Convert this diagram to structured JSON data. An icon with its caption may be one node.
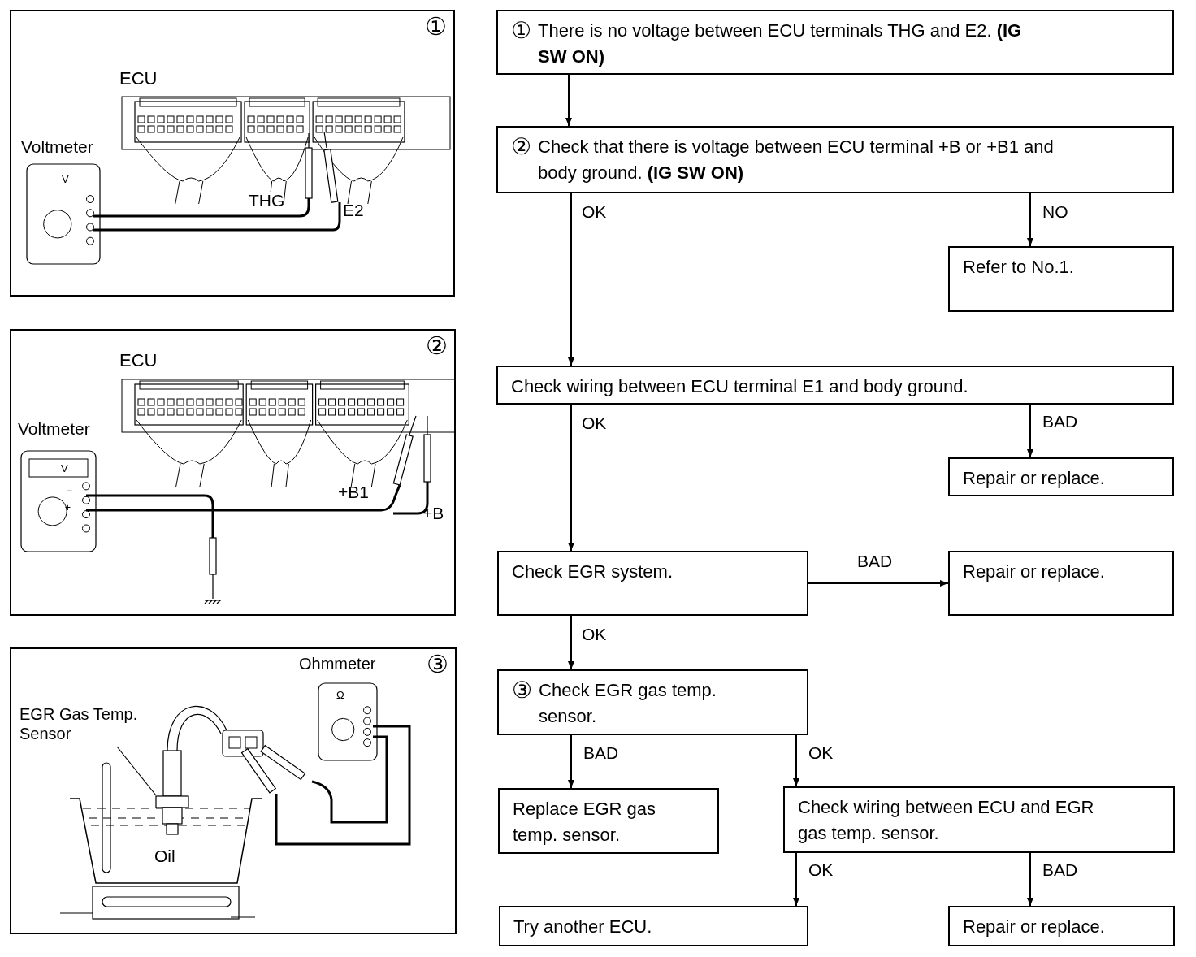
{
  "diagram": {
    "nodes": [
      {
        "text": [
          "①"
        ]
      },
      {
        "text": [
          "②"
        ]
      },
      {
        "text": [
          "③"
        ]
      },
      {
        "text": [
          "EGR Gas Temp. Sensor"
        ],
        "in": 2
      },
      {
        "text": [],
        "shape": "picture",
        "in": 2
      },
      {
        "text": [
          "①",
          "There is no voltage between ECU terminals THG and E2. **(IG SW ON)**"
        ]
      },
      {
        "text": [
          "②",
          "Check that there is voltage between ECU terminal +B or +B1 and body ground. **(IG SW ON)**"
        ]
      },
      {
        "text": [
          "Refer to No.1."
        ]
      },
      {
        "text": [
          "Check wiring between ECU terminal E1 and body ground."
        ]
      },
      {
        "text": [
          "Repair or replace."
        ]
      },
      {
        "text": [
          "Check EGR system."
        ]
      },
      {
        "text": [
          "Repair or replace."
        ]
      },
      {
        "text": [
          "③",
          "Check EGR gas temp. sensor."
        ]
      },
      {
        "text": [
          "Replace EGR gas temp. sensor."
        ]
      },
      {
        "text": [
          "Check wiring between ECU and EGR gas temp. sensor."
        ]
      },
      {
        "text": [
          "Try another ECU."
        ]
      },
      {
        "text": [
          "Repair or replace."
        ]
      }
    ],
    "edges": [
      {
        "from": 3,
        "to": 4,
        "arrow": "none"
      },
      {
        "from": 5,
        "to": 6,
        "arrow": "to"
      },
      {
        "from": 6,
        "to": 8,
        "arrow": "to",
        "label": "OK"
      },
      {
        "from": 6,
        "to": 7,
        "arrow": "to",
        "label": "NO"
      },
      {
        "from": 8,
        "to": 10,
        "arrow": "to",
        "label": "OK"
      },
      {
        "from": 8,
        "to": 9,
        "arrow": "to",
        "label": "BAD"
      },
      {
        "from": 10,
        "to": 11,
        "arrow": "to",
        "label": "BAD"
      },
      {
        "from": 10,
        "to": 12,
        "arrow": "to",
        "label": "OK"
      },
      {
        "from": 12,
        "to": 13,
        "arrow": "to",
        "label": "BAD"
      },
      {
        "from": 12,
        "to": 14,
        "arrow": "to",
        "label": "OK"
      },
      {
        "from": 14,
        "to": 15,
        "arrow": "to",
        "label": "OK"
      },
      {
        "from": 14,
        "to": 16,
        "arrow": "to",
        "label": "BAD"
      }
    ],
    "labels": [
      "ECU",
      "Voltmeter",
      "V",
      "THG",
      "E2",
      "ECU",
      "Voltmeter",
      "V",
      "−",
      "+",
      "+B1",
      "+B",
      "Ohmmeter",
      "Ω",
      "Oil"
    ]
  }
}
